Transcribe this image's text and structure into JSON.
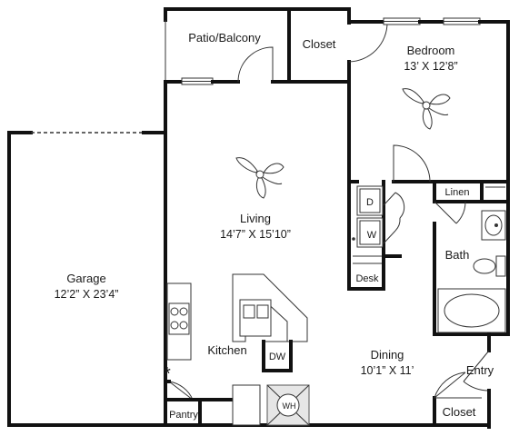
{
  "rooms": {
    "patio": {
      "name": "Patio/Balcony"
    },
    "closet_top": {
      "name": "Closet"
    },
    "bedroom": {
      "name": "Bedroom",
      "dims": "13’ X 12’8”"
    },
    "living": {
      "name": "Living",
      "dims": "14’7” X 15’10”"
    },
    "garage": {
      "name": "Garage",
      "dims": "12’2” X 23’4”"
    },
    "kitchen": {
      "name": "Kitchen"
    },
    "dining": {
      "name": "Dining",
      "dims": "10’1” X 11’"
    },
    "bath": {
      "name": "Bath"
    },
    "linen": {
      "name": "Linen"
    },
    "desk": {
      "name": "Desk"
    },
    "entry": {
      "name": "Entry"
    },
    "closet_bottom": {
      "name": "Closet"
    },
    "pantry": {
      "name": "Pantry"
    }
  },
  "appliances": {
    "dryer": "D",
    "washer": "W",
    "dishwasher": "DW",
    "water_heater": "WH"
  },
  "marker": "*"
}
